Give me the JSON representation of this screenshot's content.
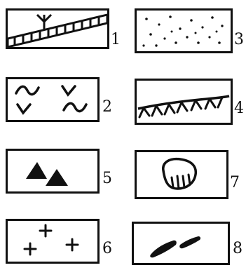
{
  "legend": {
    "items": [
      {
        "number": "1",
        "symbol": "slope-hatched-strip-icon"
      },
      {
        "number": "2",
        "symbol": "wave-check-icon"
      },
      {
        "number": "3",
        "symbol": "dot-stipple-icon"
      },
      {
        "number": "4",
        "symbol": "hachure-ridge-icon"
      },
      {
        "number": "5",
        "symbol": "solid-triangles-icon"
      },
      {
        "number": "6",
        "symbol": "plus-crosses-icon"
      },
      {
        "number": "7",
        "symbol": "striped-oval-icon"
      },
      {
        "number": "8",
        "symbol": "black-strokes-icon"
      }
    ]
  }
}
